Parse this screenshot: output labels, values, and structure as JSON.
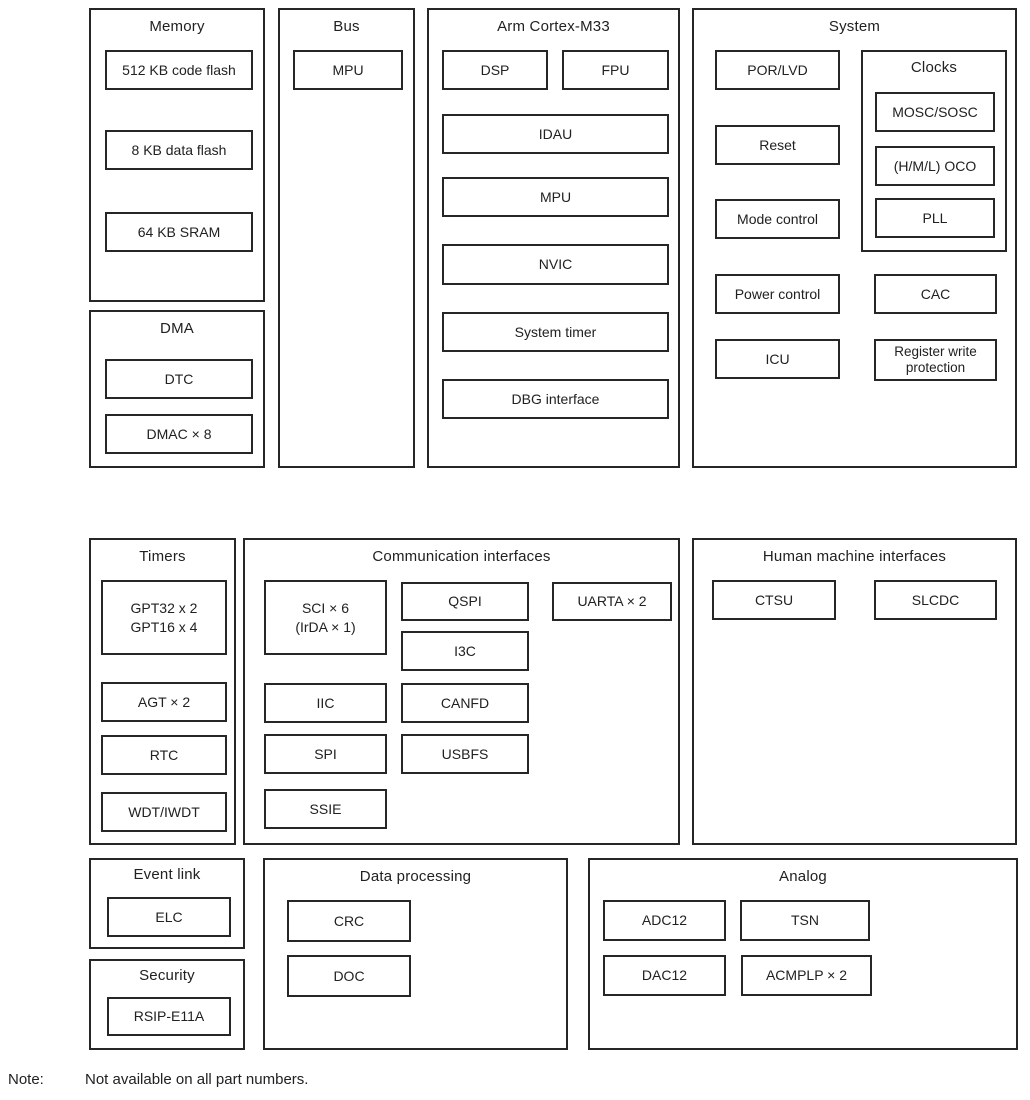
{
  "colors": {
    "border": "#262626",
    "text": "#212121",
    "background": "#ffffff"
  },
  "panels": {
    "memory": {
      "title": "Memory",
      "boxes": {
        "code_flash": "512 KB code flash",
        "data_flash": "8 KB data flash",
        "sram": "64 KB SRAM"
      }
    },
    "dma": {
      "title": "DMA",
      "boxes": {
        "dtc": "DTC",
        "dmac": "DMAC × 8"
      }
    },
    "bus": {
      "title": "Bus",
      "boxes": {
        "mpu": "MPU"
      }
    },
    "cortex": {
      "title": "Arm Cortex-M33",
      "boxes": {
        "dsp": "DSP",
        "fpu": "FPU",
        "idau": "IDAU",
        "mpu": "MPU",
        "nvic": "NVIC",
        "system_timer": "System timer",
        "dbg_interface": "DBG interface"
      }
    },
    "system": {
      "title": "System",
      "boxes": {
        "por_lvd": "POR/LVD",
        "reset": "Reset",
        "mode_control": "Mode control",
        "power_control": "Power control",
        "icu": "ICU",
        "cac": "CAC",
        "reg_write_protect": "Register write protection"
      },
      "clocks": {
        "title": "Clocks",
        "boxes": {
          "mosc_sosc": "MOSC/SOSC",
          "oco": "(H/M/L) OCO",
          "pll": "PLL"
        }
      }
    },
    "timers": {
      "title": "Timers",
      "boxes": {
        "gpt": "GPT32 x 2\nGPT16 x 4",
        "agt": "AGT × 2",
        "rtc": "RTC",
        "wdt": "WDT/IWDT"
      }
    },
    "comm": {
      "title": "Communication interfaces",
      "boxes": {
        "sci": "SCI × 6\n(IrDA × 1)",
        "qspi": "QSPI",
        "i3c": "I3C",
        "uarta": "UARTA × 2",
        "iic": "IIC",
        "canfd": "CANFD",
        "spi": "SPI",
        "usbfs": "USBFS",
        "ssie": "SSIE"
      }
    },
    "hmi": {
      "title": "Human machine interfaces",
      "boxes": {
        "ctsu": "CTSU",
        "slcdc": "SLCDC"
      }
    },
    "event_link": {
      "title": "Event link",
      "boxes": {
        "elc": "ELC"
      }
    },
    "security": {
      "title": "Security",
      "boxes": {
        "rsip": "RSIP-E11A"
      }
    },
    "data_processing": {
      "title": "Data processing",
      "boxes": {
        "crc": "CRC",
        "doc": "DOC"
      }
    },
    "analog": {
      "title": "Analog",
      "boxes": {
        "adc12": "ADC12",
        "tsn": "TSN",
        "dac12": "DAC12",
        "acmplp": "ACMPLP × 2"
      }
    }
  },
  "note": {
    "label": "Note:",
    "text": "Not available on all part numbers."
  }
}
